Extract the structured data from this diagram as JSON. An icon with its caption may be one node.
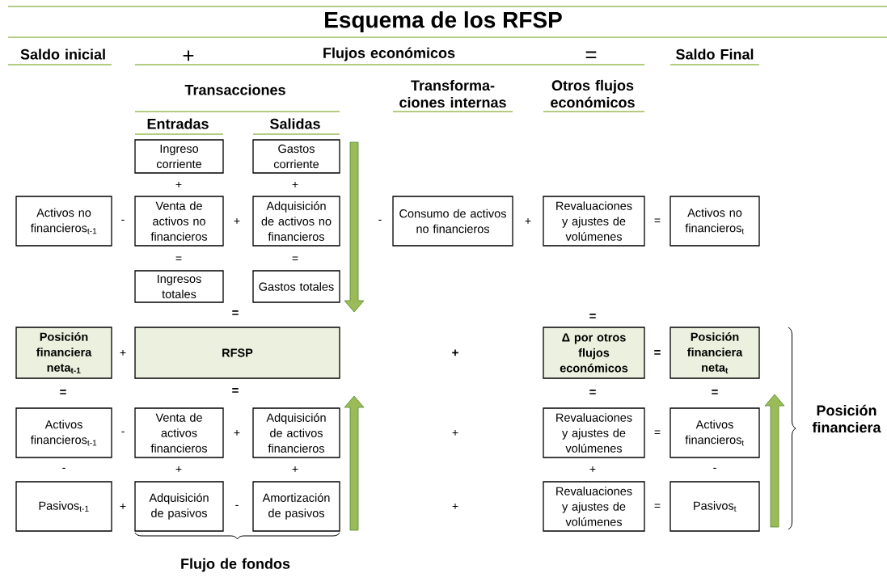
{
  "diagram": {
    "title": "Esquema de los RFSP",
    "nodes": [
      {
        "text": [
          "Ingreso corriente"
        ]
      },
      {
        "text": [
          "Gastos corriente"
        ]
      },
      {
        "text": [
          "Activos no financieros$_{t-1}$"
        ]
      },
      {
        "text": [
          "Venta de activos no financieros"
        ]
      },
      {
        "text": [
          "Adquisición de activos no financieros"
        ]
      },
      {
        "text": [
          "Consumo de activos no financieros"
        ]
      },
      {
        "text": [
          "Revaluaciones y ajustes de volúmenes"
        ]
      },
      {
        "text": [
          "Activos no financieros$_{t}$"
        ]
      },
      {
        "text": [
          "Ingresos totales"
        ]
      },
      {
        "text": [
          "Gastos totales"
        ]
      },
      {
        "text": [
          "Posición financiera neta$_{t-1}$"
        ]
      },
      {
        "text": [
          "RFSP"
        ]
      },
      {
        "text": [
          "Δ por otros flujos económicos"
        ]
      },
      {
        "text": [
          "Posición financiera neta$_{t}$"
        ]
      },
      {
        "text": [
          "Activos financieros$_{t-1}$"
        ]
      },
      {
        "text": [
          "Venta de activos financieros"
        ]
      },
      {
        "text": [
          "Adquisición de activos financieros"
        ]
      },
      {
        "text": [
          "Revaluaciones y ajustes de volúmenes"
        ]
      },
      {
        "text": [
          "Activos financieros$_{t}$"
        ]
      },
      {
        "text": [
          "Pasivos$_{t-1}$"
        ]
      },
      {
        "text": [
          "Adquisición de pasivos"
        ]
      },
      {
        "text": [
          "Amortización de pasivos"
        ]
      },
      {
        "text": [
          "Revaluaciones y ajustes de volúmenes"
        ]
      },
      {
        "text": [
          "Pasivos$_{t}$"
        ]
      }
    ],
    "labels": [
      "Saldo inicial",
      "+",
      "Flujos económicos",
      "=",
      "Saldo Final",
      "Transacciones",
      "Transforma- ciones internas",
      "Otros flujos económicos",
      "Entradas",
      "Salidas",
      "+",
      "+",
      "-",
      "+",
      "-",
      "+",
      "=",
      "=",
      "=",
      "=",
      "=",
      "+",
      "+",
      "=",
      "=",
      "=",
      "=",
      "=",
      "-",
      "+",
      "+",
      "=",
      "-",
      "+",
      "+",
      "+",
      "-",
      "+",
      "-",
      "+",
      "=",
      "Posición financiera",
      "Flujo de fondos"
    ]
  }
}
